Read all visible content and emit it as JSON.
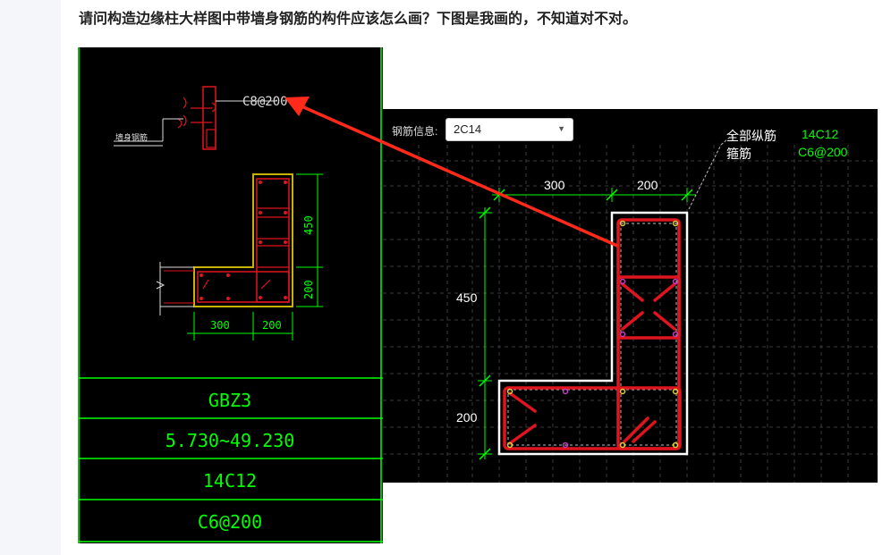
{
  "question": "请问构造边缘柱大样图中带墙身钢筋的构件应该怎么画？下图是我画的，不知道对不对。",
  "left_panel": {
    "top_callout": "C8@200",
    "side_label": "墙身钢筋",
    "dim_300": "300",
    "dim_200_bottom": "200",
    "dim_450": "450",
    "dim_200_right": "200",
    "table_rows": [
      "GBZ3",
      "5.730~49.230",
      "14C12",
      "C6@200"
    ]
  },
  "right_panel": {
    "info_label": "钢筋信息:",
    "selected_value": "2C14",
    "dim_300": "300",
    "dim_200_top": "200",
    "dim_450": "450",
    "dim_200_left": "200",
    "legend": [
      {
        "label": "全部纵筋",
        "value": "14C12"
      },
      {
        "label": "箍筋",
        "value": "C6@200"
      }
    ]
  },
  "colors": {
    "cad_green": "#00ff00",
    "rebar_red": "#e0141e",
    "arrow_red": "#ff2a1a",
    "outline_yellow": "#c8b400"
  }
}
